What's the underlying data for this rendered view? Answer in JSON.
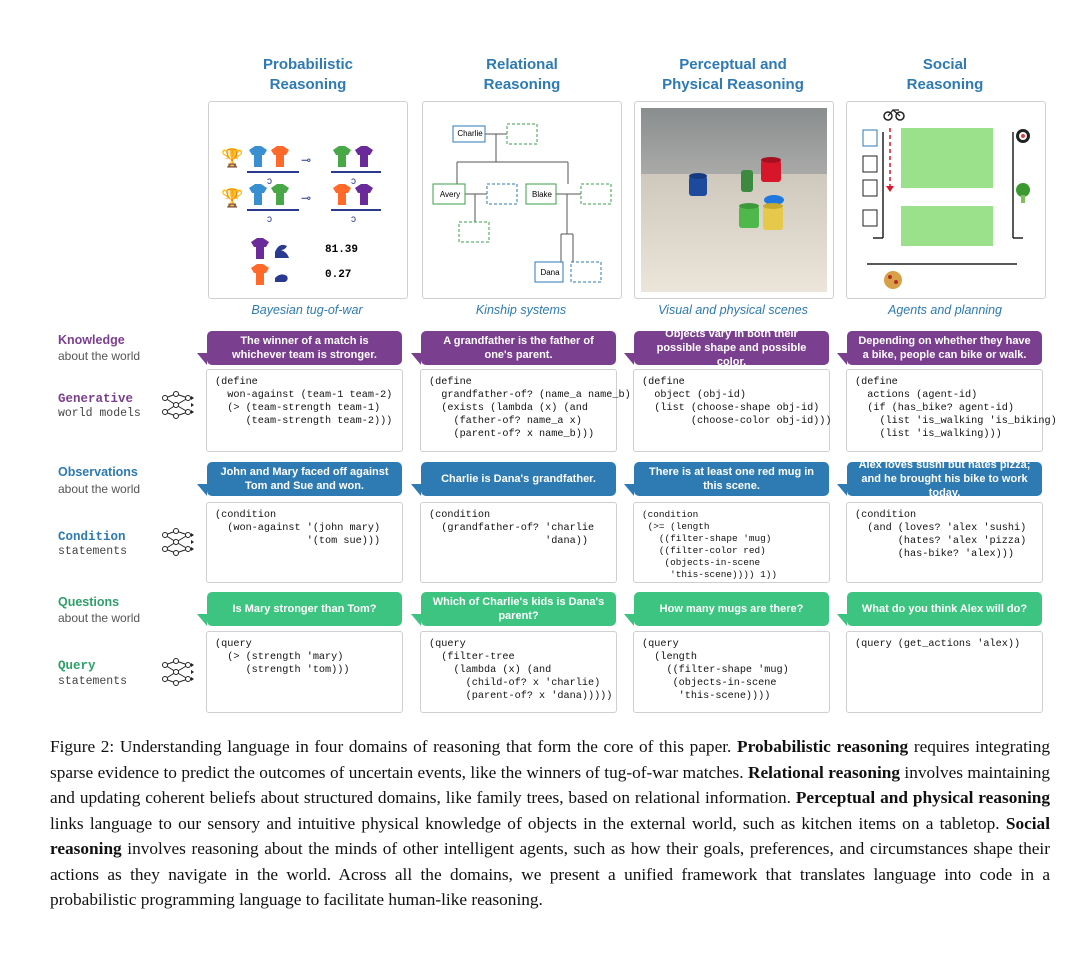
{
  "columns": [
    {
      "title_line1": "Probabilistic",
      "title_line2": "Reasoning",
      "caption": "Bayesian tug-of-war"
    },
    {
      "title_line1": "Relational",
      "title_line2": "Reasoning",
      "caption": "Kinship systems"
    },
    {
      "title_line1": "Perceptual and",
      "title_line2": "Physical Reasoning",
      "caption": "Visual and physical scenes"
    },
    {
      "title_line1": "Social",
      "title_line2": "Reasoning",
      "caption": "Agents and planning"
    }
  ],
  "tug": {
    "purple_strength": "81.39",
    "orange_strength": "0.27"
  },
  "kin": {
    "charlie": "Charlie",
    "avery": "Avery",
    "blake": "Blake",
    "dana": "Dana"
  },
  "rows": {
    "knowledge": {
      "bold": "Knowledge",
      "sub": "about the world"
    },
    "generative": {
      "bold": "Generative",
      "sub": "world models"
    },
    "observations": {
      "bold": "Observations",
      "sub": "about the world"
    },
    "condition": {
      "bold": "Condition",
      "sub": "statements"
    },
    "questions": {
      "bold": "Questions",
      "sub": "about the world"
    },
    "query": {
      "bold": "Query",
      "sub": "statements"
    }
  },
  "knowledge": [
    "The winner of a match is whichever team is stronger.",
    "A grandfather is the father of one's parent.",
    "Objects vary in both their possible shape and possible color.",
    "Depending on whether they have a bike, people can bike or walk."
  ],
  "observations": [
    "John and Mary faced off against Tom and Sue and won.",
    "Charlie is Dana's grandfather.",
    "There is at least one red mug in this scene.",
    "Alex loves sushi but hates pizza; and he brought his bike to work today."
  ],
  "questions": [
    "Is Mary stronger than Tom?",
    "Which of Charlie's kids is Dana's parent?",
    "How many mugs are there?",
    "What do you think Alex will do?"
  ],
  "code": {
    "define": [
      "(define\n  won-against (team-1 team-2)\n  (> (team-strength team-1)\n     (team-strength team-2)))",
      "(define\n  grandfather-of? (name_a name_b)\n  (exists (lambda (x) (and\n    (father-of? name_a x)\n    (parent-of? x name_b)))",
      "(define\n  object (obj-id)\n  (list (choose-shape obj-id)\n        (choose-color obj-id)))",
      "(define\n  actions (agent-id)\n  (if (has_bike? agent-id)\n    (list 'is_walking 'is_biking)\n    (list 'is_walking)))"
    ],
    "condition": [
      "(condition\n  (won-against '(john mary)\n               '(tom sue)))",
      "(condition\n  (grandfather-of? 'charlie\n                   'dana))",
      "(condition\n (>= (length\n   ((filter-shape 'mug)\n   ((filter-color red)\n    (objects-in-scene\n     'this-scene)))) 1))",
      "(condition\n  (and (loves? 'alex 'sushi)\n       (hates? 'alex 'pizza)\n       (has-bike? 'alex)))"
    ],
    "query": [
      "(query\n  (> (strength 'mary)\n     (strength 'tom)))",
      "(query\n  (filter-tree\n    (lambda (x) (and\n      (child-of? x 'charlie)\n      (parent-of? x 'dana)))))",
      "(query\n  (length\n    ((filter-shape 'mug)\n     (objects-in-scene\n      'this-scene))))",
      "(query (get_actions 'alex))"
    ]
  },
  "caption": {
    "p1": "Figure 2:  Understanding language in four domains of reasoning that form the core of this paper. ",
    "b1": "Probabilistic reasoning",
    "p2": " requires integrating sparse evidence to predict the outcomes of uncertain events, like the winners of tug-of-war matches. ",
    "b2": "Relational reasoning",
    "p3": " involves maintaining and updating coherent beliefs about structured domains, like family trees, based on relational information. ",
    "b3": "Perceptual and physical reasoning",
    "p4": " links language to our sensory and intuitive physical knowledge of objects in the external world, such as kitchen items on a tabletop. ",
    "b4": "Social reasoning",
    "p5": " involves reasoning about the minds of other intelligent agents, such as how their goals, preferences, and circumstances shape their actions as they navigate in the world. Across all the domains, we present a unified framework that translates language into code in a probabilistic programming language to facilitate human-like reasoning."
  },
  "colors": {
    "purple": "#7b3f8f",
    "blue": "#2e7ab3",
    "green": "#3cc480"
  }
}
